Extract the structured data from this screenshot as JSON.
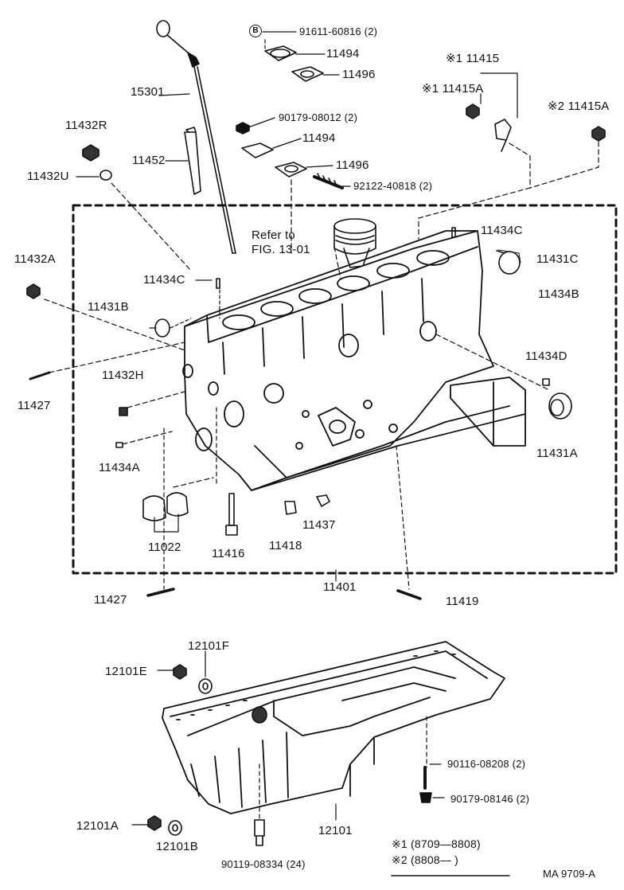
{
  "labels": {
    "p91611": "91611-60816 (2)",
    "p11494a": "11494",
    "p11496a": "11496",
    "p90179a": "90179-08012 (2)",
    "p11494b": "11494",
    "p11496b": "11496",
    "p92122": "92122-40818 (2)",
    "p15301": "15301",
    "p11432R": "11432R",
    "p11452": "11452",
    "p11432U": "11432U",
    "p11415": "※1 11415",
    "p11415A1": "※1 11415A",
    "p11415A2": "※2 11415A",
    "refer": "Refer to",
    "fig": "FIG. 13-01",
    "p11434C_r": "11434C",
    "p11431C": "11431C",
    "p11434B": "11434B",
    "p11432A": "11432A",
    "p11434C_l": "11434C",
    "p11431B": "11431B",
    "p11434D": "11434D",
    "p11431A": "11431A",
    "p11427a": "11427",
    "p11432H": "11432H",
    "p11434A": "11434A",
    "p11022": "11022",
    "p11416": "11416",
    "p11418": "11418",
    "p11437": "11437",
    "p11401": "11401",
    "p11427b": "11427",
    "p11419": "11419",
    "p12101F": "12101F",
    "p12101E": "12101E",
    "p90116": "90116-08208 (2)",
    "p90179b": "90179-08146 (2)",
    "p12101A": "12101A",
    "p12101B": "12101B",
    "p12101": "12101",
    "p90119": "90119-08334 (24)",
    "legend1": "※1 (8709—8808)",
    "legend2": "※2 (8808—      )",
    "code": "MA  9709-A"
  },
  "badge_b": "B",
  "colors": {
    "ink": "#111111",
    "paper": "#ffffff"
  }
}
